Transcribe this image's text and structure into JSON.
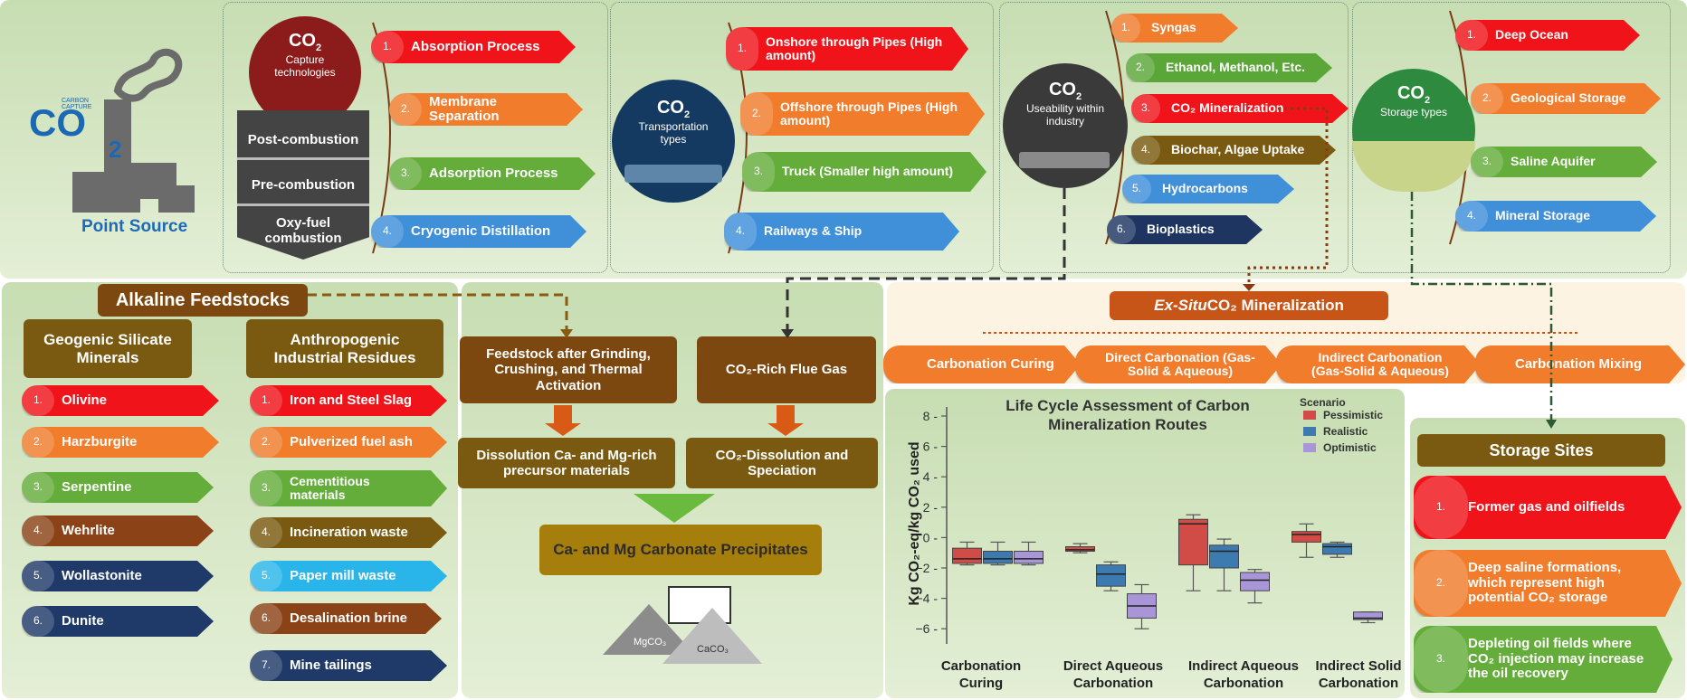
{
  "point_source": {
    "label": "Point Source",
    "logo_text": "CARBON CAPTURE",
    "logo_co2": "CO",
    "logo_sub": "2"
  },
  "capture": {
    "circle_title": "CO",
    "circle_sub": "2",
    "circle_caption": "Capture technologies",
    "stack": [
      "Post-combustion",
      "Pre-combustion",
      "Oxy-fuel combustion"
    ],
    "items": [
      {
        "n": "1.",
        "label": "Absorption Process"
      },
      {
        "n": "2.",
        "label": "Membrane Separation"
      },
      {
        "n": "3.",
        "label": "Adsorption Process"
      },
      {
        "n": "4.",
        "label": "Cryogenic Distillation"
      }
    ]
  },
  "transport": {
    "circle_title": "CO",
    "circle_sub": "2",
    "circle_caption": "Transportation types",
    "items": [
      {
        "n": "1.",
        "label": "Onshore through Pipes (High amount)"
      },
      {
        "n": "2.",
        "label": "Offshore through Pipes (High amount)"
      },
      {
        "n": "3.",
        "label": "Truck (Smaller high amount)"
      },
      {
        "n": "4.",
        "label": "Railways & Ship"
      }
    ]
  },
  "usability": {
    "circle_title": "CO",
    "circle_sub": "2",
    "circle_caption": "Useability within industry",
    "items": [
      {
        "n": "1.",
        "label": "Syngas"
      },
      {
        "n": "2.",
        "label": "Ethanol, Methanol, Etc."
      },
      {
        "n": "3.",
        "label": "CO₂ Mineralization"
      },
      {
        "n": "4.",
        "label": "Biochar, Algae Uptake"
      },
      {
        "n": "5.",
        "label": "Hydrocarbons"
      },
      {
        "n": "6.",
        "label": "Bioplastics"
      }
    ]
  },
  "storage": {
    "circle_title": "CO",
    "circle_sub": "2",
    "circle_caption": "Storage types",
    "items": [
      {
        "n": "1.",
        "label": "Deep Ocean"
      },
      {
        "n": "2.",
        "label": "Geological Storage"
      },
      {
        "n": "3.",
        "label": "Saline Aquifer"
      },
      {
        "n": "4.",
        "label": "Mineral Storage"
      }
    ]
  },
  "alkaline": {
    "title": "Alkaline Feedstocks",
    "geogenic_title": "Geogenic Silicate Minerals",
    "geogenic": [
      {
        "n": "1.",
        "label": "Olivine"
      },
      {
        "n": "2.",
        "label": "Harzburgite"
      },
      {
        "n": "3.",
        "label": "Serpentine"
      },
      {
        "n": "4.",
        "label": "Wehrlite"
      },
      {
        "n": "5.",
        "label": "Wollastonite"
      },
      {
        "n": "6.",
        "label": "Dunite"
      }
    ],
    "anthro_title": "Anthropogenic Industrial Residues",
    "anthro": [
      {
        "n": "1.",
        "label": "Iron and Steel Slag"
      },
      {
        "n": "2.",
        "label": "Pulverized fuel ash"
      },
      {
        "n": "3.",
        "label": "Cementitious materials"
      },
      {
        "n": "4.",
        "label": "Incineration waste"
      },
      {
        "n": "5.",
        "label": "Paper mill waste"
      },
      {
        "n": "6.",
        "label": "Desalination brine"
      },
      {
        "n": "7.",
        "label": "Mine tailings"
      }
    ]
  },
  "process": {
    "feedstock": "Feedstock after Grinding, Crushing, and Thermal Activation",
    "flue": "CO₂-Rich Flue Gas",
    "dissolution": "Dissolution Ca- and Mg-rich precursor materials",
    "speciation": "CO₂-Dissolution and Speciation",
    "precip": "Ca- and Mg Carbonate Precipitates",
    "mgco3": "MgCO₃",
    "caco3": "CaCO₃"
  },
  "exsitu": {
    "title_italic": "Ex-Situ",
    "title_rest": " CO₂ Mineralization",
    "routes": [
      "Carbonation Curing",
      "Direct Carbonation (Gas-Solid & Aqueous)",
      "Indirect Carbonation (Gas-Solid & Aqueous)",
      "Carbonation Mixing"
    ]
  },
  "storage_sites": {
    "title": "Storage Sites",
    "items": [
      {
        "n": "1.",
        "label": "Former gas and oilfields"
      },
      {
        "n": "2.",
        "label": "Deep saline formations, which represent high potential CO₂ storage"
      },
      {
        "n": "3.",
        "label": "Depleting oil fields where CO₂ injection may increase the oil recovery"
      }
    ]
  },
  "colors": {
    "pessimistic": "#d24c47",
    "realistic": "#3c7ab0",
    "optimistic": "#a896d8"
  },
  "chart_data": {
    "type": "box",
    "title": "Life Cycle Assessment of Carbon Mineralization Routes",
    "xlabel": "",
    "ylabel": "Kg CO₂-eq/kg CO₂ used",
    "ylim": [
      -7,
      8
    ],
    "yticks": [
      8,
      6,
      4,
      2,
      0,
      -2,
      -4,
      -6
    ],
    "categories": [
      "Carbonation Curing",
      "Direct Aqueous Carbonation",
      "Indirect Aqueous Carbonation",
      "Indirect Solid Carbonation"
    ],
    "legend_title": "Scenario",
    "legend_position": "top-right",
    "series": [
      {
        "name": "Pessimistic",
        "boxes": [
          {
            "whislo": -1.8,
            "q1": -1.7,
            "med": -1.4,
            "q3": -0.7,
            "whishi": -0.3
          },
          {
            "whislo": -1.0,
            "q1": -0.9,
            "med": -0.8,
            "q3": -0.6,
            "whishi": -0.4
          },
          {
            "whislo": -3.5,
            "q1": -1.8,
            "med": 0.9,
            "q3": 1.2,
            "whishi": 1.5
          },
          {
            "whislo": -1.3,
            "q1": -0.3,
            "med": 0.2,
            "q3": 0.4,
            "whishi": 0.9
          }
        ]
      },
      {
        "name": "Realistic",
        "boxes": [
          {
            "whislo": -1.8,
            "q1": -1.7,
            "med": -1.4,
            "q3": -0.9,
            "whishi": -0.3
          },
          {
            "whislo": -3.5,
            "q1": -3.2,
            "med": -2.4,
            "q3": -1.8,
            "whishi": -1.6
          },
          {
            "whislo": -3.5,
            "q1": -2.0,
            "med": -0.9,
            "q3": -0.5,
            "whishi": -0.1
          },
          {
            "whislo": -1.3,
            "q1": -1.1,
            "med": -0.6,
            "q3": -0.4,
            "whishi": -0.3
          }
        ]
      },
      {
        "name": "Optimistic",
        "boxes": [
          {
            "whislo": -1.8,
            "q1": -1.7,
            "med": -1.4,
            "q3": -0.9,
            "whishi": -0.3
          },
          {
            "whislo": -6.0,
            "q1": -5.3,
            "med": -4.5,
            "q3": -3.7,
            "whishi": -3.1
          },
          {
            "whislo": -4.3,
            "q1": -3.5,
            "med": -2.8,
            "q3": -2.3,
            "whishi": -2.1
          },
          {
            "whislo": -5.6,
            "q1": -5.4,
            "med": -5.3,
            "q3": -4.9,
            "whishi": -4.9
          }
        ]
      }
    ]
  }
}
